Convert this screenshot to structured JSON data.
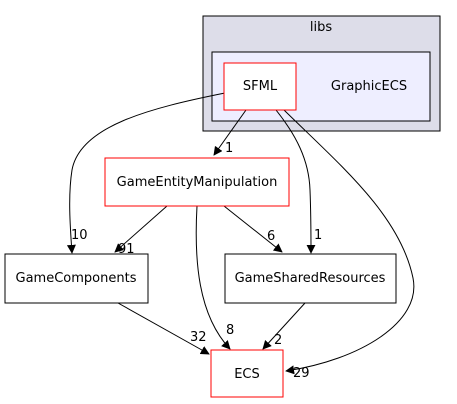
{
  "diagram": {
    "clusters": {
      "libs": {
        "label": "libs",
        "fill": "#dddde9",
        "stroke": "#000000"
      },
      "graphic_ecs": {
        "label": "GraphicECS",
        "fill": "#eeeeff",
        "stroke": "#000000"
      }
    },
    "nodes": {
      "sfml": {
        "label": "SFML",
        "border": "#ff0000"
      },
      "game_entity_manipulation": {
        "label": "GameEntityManipulation",
        "border": "#ff0000"
      },
      "game_components": {
        "label": "GameComponents",
        "border": "#000000"
      },
      "game_shared_resources": {
        "label": "GameSharedResources",
        "border": "#000000"
      },
      "ecs": {
        "label": "ECS",
        "border": "#ff0000"
      }
    },
    "edges": {
      "sfml_to_gem": {
        "from": "SFML",
        "to": "GameEntityManipulation",
        "label": "1"
      },
      "sfml_to_gc": {
        "from": "SFML",
        "to": "GameComponents",
        "label": "10"
      },
      "sfml_to_gsr": {
        "from": "SFML",
        "to": "GameSharedResources",
        "label": "1"
      },
      "sfml_to_ecs": {
        "from": "SFML",
        "to": "ECS",
        "label": "29"
      },
      "gem_to_gc": {
        "from": "GameEntityManipulation",
        "to": "GameComponents",
        "label": "91"
      },
      "gem_to_gsr": {
        "from": "GameEntityManipulation",
        "to": "GameSharedResources",
        "label": "6"
      },
      "gem_to_ecs": {
        "from": "GameEntityManipulation",
        "to": "ECS",
        "label": "8"
      },
      "gc_to_ecs": {
        "from": "GameComponents",
        "to": "ECS",
        "label": "32"
      },
      "gsr_to_ecs": {
        "from": "GameSharedResources",
        "to": "ECS",
        "label": "2"
      }
    }
  }
}
